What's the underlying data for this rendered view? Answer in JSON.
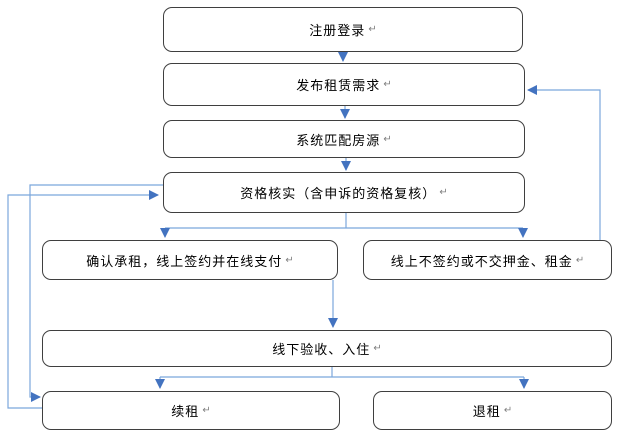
{
  "diagram": {
    "type": "flowchart",
    "paragraph_mark": "↵",
    "colors": {
      "connector": "#7ba7dc",
      "arrowhead": "#4373c0",
      "box_border": "#3f3f3f",
      "background": "#ffffff",
      "text": "#000000"
    },
    "nodes": {
      "register_login": {
        "label": "注册登录"
      },
      "publish_demand": {
        "label": "发布租赁需求"
      },
      "match_housing": {
        "label": "系统匹配房源"
      },
      "qualification_check": {
        "label": "资格核实（含申诉的资格复核）"
      },
      "confirm_sign_pay": {
        "label": "确认承租，线上签约并在线支付"
      },
      "no_sign_no_pay": {
        "label": "线上不签约或不交押金、租金"
      },
      "offline_checkin": {
        "label": "线下验收、入住"
      },
      "renew": {
        "label": "续租"
      },
      "terminate": {
        "label": "退租"
      }
    },
    "edges": [
      {
        "from": "注册登录",
        "to": "发布租赁需求"
      },
      {
        "from": "发布租赁需求",
        "to": "系统匹配房源"
      },
      {
        "from": "系统匹配房源",
        "to": "资格核实（含申诉的资格复核）"
      },
      {
        "from": "资格核实（含申诉的资格复核）",
        "to": "确认承租，线上签约并在线支付"
      },
      {
        "from": "资格核实（含申诉的资格复核）",
        "to": "线上不签约或不交押金、租金"
      },
      {
        "from": "确认承租，线上签约并在线支付",
        "to": "线下验收、入住"
      },
      {
        "from": "线下验收、入住",
        "to": "续租"
      },
      {
        "from": "线下验收、入住",
        "to": "退租"
      },
      {
        "from": "线上不签约或不交押金、租金",
        "to": "发布租赁需求"
      },
      {
        "from": "续租",
        "to": "资格核实（含申诉的资格复核）"
      },
      {
        "from": "资格核实（含申诉的资格复核）",
        "to": "续租"
      }
    ]
  }
}
